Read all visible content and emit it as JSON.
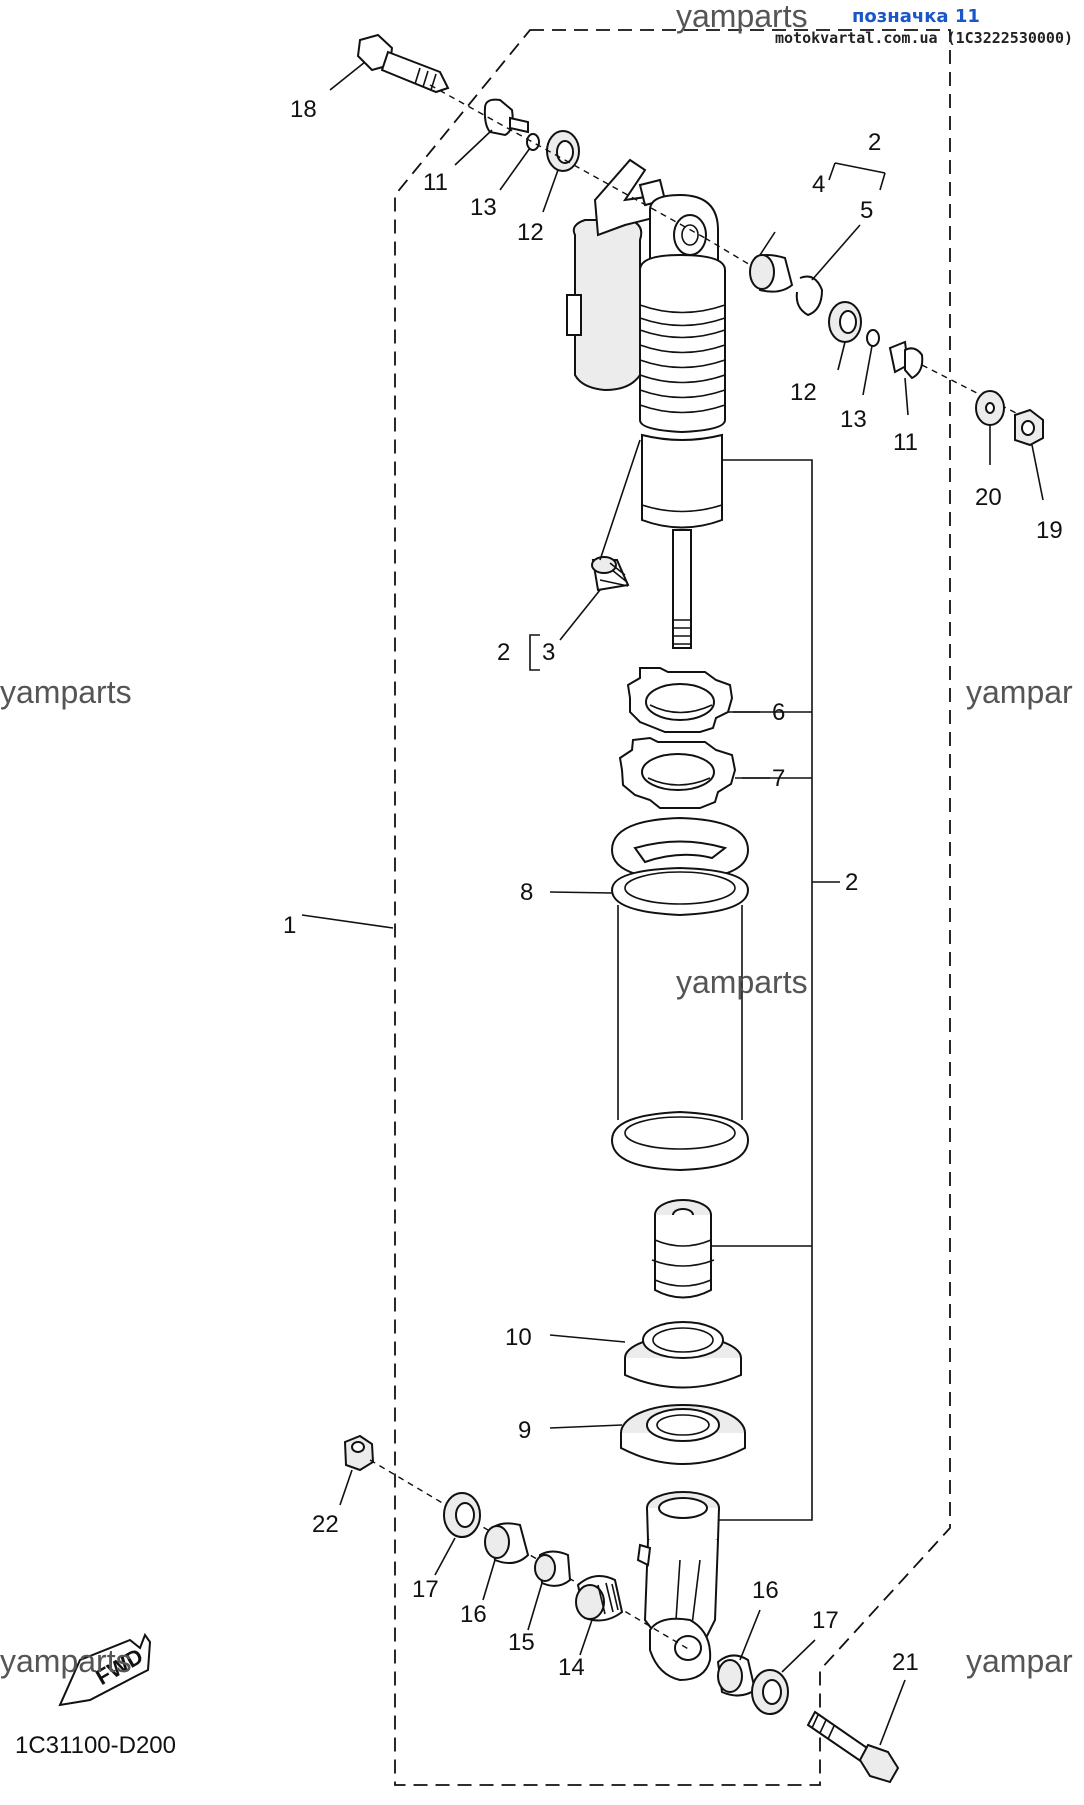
{
  "watermarks": {
    "top": "yamparts",
    "left": "yamparts",
    "right": "yampar",
    "center": "yamparts",
    "bottom_left": "yamparts",
    "bottom_right": "yampar"
  },
  "note": {
    "label": "позначка 11",
    "site": "motokvartal.com.ua (1C3222530000)"
  },
  "diagram_code": "1C31100-D200",
  "fwd_arrow": "FWD",
  "callouts": {
    "c1": "1",
    "c2_top": "2",
    "c2_mid": "2",
    "c2_left": "2",
    "c3": "3",
    "c4": "4",
    "c5": "5",
    "c6": "6",
    "c7": "7",
    "c8": "8",
    "c9": "9",
    "c10": "10",
    "c11_top": "11",
    "c11_right": "11",
    "c12_top": "12",
    "c12_right": "12",
    "c13_top": "13",
    "c13_right": "13",
    "c14": "14",
    "c15": "15",
    "c16_left": "16",
    "c16_right": "16",
    "c17_left": "17",
    "c17_right": "17",
    "c18": "18",
    "c19": "19",
    "c20": "20",
    "c21": "21",
    "c22": "22"
  }
}
